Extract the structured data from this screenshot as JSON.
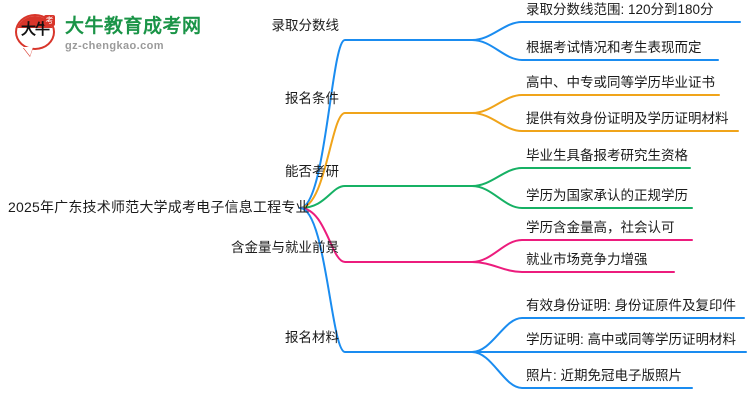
{
  "logo": {
    "mark_text": "大牛",
    "mark_badge": "考",
    "title": "大牛教育成考网",
    "domain": "gz-chengkao.com"
  },
  "mindmap": {
    "root": "2025年广东技术师范大学成考电子信息工程专业",
    "branches": [
      {
        "label": "录取分数线",
        "color": "#1a8cf0",
        "children": [
          "录取分数线范围: 120分到180分",
          "根据考试情况和考生表现而定"
        ]
      },
      {
        "label": "报名条件",
        "color": "#f0a41a",
        "children": [
          "高中、中专或同等学历毕业证书",
          "提供有效身份证明及学历证明材料"
        ]
      },
      {
        "label": "能否考研",
        "color": "#16b164",
        "children": [
          "毕业生具备报考研究生资格",
          "学历为国家承认的正规学历"
        ]
      },
      {
        "label": "含金量与就业前景",
        "color": "#ec1c7d",
        "children": [
          "学历含金量高，社会认可",
          "就业市场竞争力增强"
        ]
      },
      {
        "label": "报名材料",
        "color": "#1a8cf0",
        "children": [
          "有效身份证明: 身份证原件及复印件",
          "学历证明: 高中或同等学历证明材料",
          "照片: 近期免冠电子版照片"
        ]
      }
    ]
  }
}
